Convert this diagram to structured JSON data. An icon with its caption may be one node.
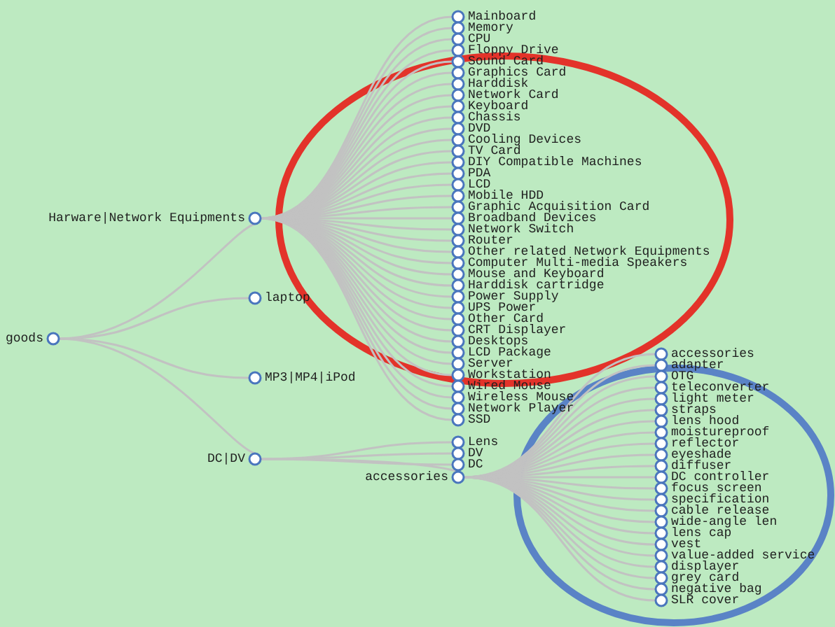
{
  "diagram": {
    "nodes": [
      {
        "text": [
          "goods"
        ]
      },
      {
        "text": [
          "Harware|Network Equipments"
        ]
      },
      {
        "text": [
          "laptop"
        ]
      },
      {
        "text": [
          "MP3|MP4|iPod"
        ]
      },
      {
        "text": [
          "DC|DV"
        ]
      },
      {
        "text": [
          "Mainboard"
        ]
      },
      {
        "text": [
          "Memory"
        ]
      },
      {
        "text": [
          "CPU"
        ]
      },
      {
        "text": [
          "Floppy Drive"
        ]
      },
      {
        "text": [
          "Sound Card"
        ]
      },
      {
        "text": [
          "Graphics Card"
        ]
      },
      {
        "text": [
          "Harddisk"
        ]
      },
      {
        "text": [
          "Network Card"
        ]
      },
      {
        "text": [
          "Keyboard"
        ]
      },
      {
        "text": [
          "Chassis"
        ]
      },
      {
        "text": [
          "DVD"
        ]
      },
      {
        "text": [
          "Cooling Devices"
        ]
      },
      {
        "text": [
          "TV Card"
        ]
      },
      {
        "text": [
          "DIY Compatible Machines"
        ]
      },
      {
        "text": [
          "PDA"
        ]
      },
      {
        "text": [
          "LCD"
        ]
      },
      {
        "text": [
          "Mobile HDD"
        ]
      },
      {
        "text": [
          "Graphic Acquisition Card"
        ]
      },
      {
        "text": [
          "Broadband Devices"
        ]
      },
      {
        "text": [
          "Network Switch"
        ]
      },
      {
        "text": [
          "Router"
        ]
      },
      {
        "text": [
          "Other related Network Equipments"
        ]
      },
      {
        "text": [
          "Computer Multi-media Speakers"
        ]
      },
      {
        "text": [
          "Mouse and Keyboard"
        ]
      },
      {
        "text": [
          "Harddisk cartridge"
        ]
      },
      {
        "text": [
          "Power Supply"
        ]
      },
      {
        "text": [
          "UPS Power"
        ]
      },
      {
        "text": [
          "Other Card"
        ]
      },
      {
        "text": [
          "CRT Displayer"
        ]
      },
      {
        "text": [
          "Desktops"
        ]
      },
      {
        "text": [
          "LCD Package"
        ]
      },
      {
        "text": [
          "Server"
        ]
      },
      {
        "text": [
          "Workstation"
        ]
      },
      {
        "text": [
          "Wired Mouse"
        ]
      },
      {
        "text": [
          "Wireless Mouse"
        ]
      },
      {
        "text": [
          "Network Player"
        ]
      },
      {
        "text": [
          "SSD"
        ]
      },
      {
        "text": [
          "Lens"
        ]
      },
      {
        "text": [
          "DV"
        ]
      },
      {
        "text": [
          "DC"
        ]
      },
      {
        "text": [
          "accessories"
        ]
      },
      {
        "text": [
          "accessories"
        ]
      },
      {
        "text": [
          "adapter"
        ]
      },
      {
        "text": [
          "OTG"
        ]
      },
      {
        "text": [
          "teleconverter"
        ]
      },
      {
        "text": [
          "light meter"
        ]
      },
      {
        "text": [
          "straps"
        ]
      },
      {
        "text": [
          "lens hood"
        ]
      },
      {
        "text": [
          "moistureproof"
        ]
      },
      {
        "text": [
          "reflector"
        ]
      },
      {
        "text": [
          "eyeshade"
        ]
      },
      {
        "text": [
          "diffuser"
        ]
      },
      {
        "text": [
          "DC controller"
        ]
      },
      {
        "text": [
          "focus screen"
        ]
      },
      {
        "text": [
          "specification"
        ]
      },
      {
        "text": [
          "cable release"
        ]
      },
      {
        "text": [
          "wide-angle len"
        ]
      },
      {
        "text": [
          "lens cap"
        ]
      },
      {
        "text": [
          "vest"
        ]
      },
      {
        "text": [
          "value-added service"
        ]
      },
      {
        "text": [
          "displayer"
        ]
      },
      {
        "text": [
          "grey card"
        ]
      },
      {
        "text": [
          "negative bag"
        ]
      },
      {
        "text": [
          "SLR cover"
        ]
      }
    ],
    "edges": [
      {
        "from": 0,
        "to": 1,
        "arrow": "none"
      },
      {
        "from": 0,
        "to": 2,
        "arrow": "none"
      },
      {
        "from": 0,
        "to": 3,
        "arrow": "none"
      },
      {
        "from": 0,
        "to": 4,
        "arrow": "none"
      },
      {
        "from": 1,
        "to": 5,
        "arrow": "none"
      },
      {
        "from": 1,
        "to": 6,
        "arrow": "none"
      },
      {
        "from": 1,
        "to": 7,
        "arrow": "none"
      },
      {
        "from": 1,
        "to": 8,
        "arrow": "none"
      },
      {
        "from": 1,
        "to": 9,
        "arrow": "none"
      },
      {
        "from": 1,
        "to": 10,
        "arrow": "none"
      },
      {
        "from": 1,
        "to": 11,
        "arrow": "none"
      },
      {
        "from": 1,
        "to": 12,
        "arrow": "none"
      },
      {
        "from": 1,
        "to": 13,
        "arrow": "none"
      },
      {
        "from": 1,
        "to": 14,
        "arrow": "none"
      },
      {
        "from": 1,
        "to": 15,
        "arrow": "none"
      },
      {
        "from": 1,
        "to": 16,
        "arrow": "none"
      },
      {
        "from": 1,
        "to": 17,
        "arrow": "none"
      },
      {
        "from": 1,
        "to": 18,
        "arrow": "none"
      },
      {
        "from": 1,
        "to": 19,
        "arrow": "none"
      },
      {
        "from": 1,
        "to": 20,
        "arrow": "none"
      },
      {
        "from": 1,
        "to": 21,
        "arrow": "none"
      },
      {
        "from": 1,
        "to": 22,
        "arrow": "none"
      },
      {
        "from": 1,
        "to": 23,
        "arrow": "none"
      },
      {
        "from": 1,
        "to": 24,
        "arrow": "none"
      },
      {
        "from": 1,
        "to": 25,
        "arrow": "none"
      },
      {
        "from": 1,
        "to": 26,
        "arrow": "none"
      },
      {
        "from": 1,
        "to": 27,
        "arrow": "none"
      },
      {
        "from": 1,
        "to": 28,
        "arrow": "none"
      },
      {
        "from": 1,
        "to": 29,
        "arrow": "none"
      },
      {
        "from": 1,
        "to": 30,
        "arrow": "none"
      },
      {
        "from": 1,
        "to": 31,
        "arrow": "none"
      },
      {
        "from": 1,
        "to": 32,
        "arrow": "none"
      },
      {
        "from": 1,
        "to": 33,
        "arrow": "none"
      },
      {
        "from": 1,
        "to": 34,
        "arrow": "none"
      },
      {
        "from": 1,
        "to": 35,
        "arrow": "none"
      },
      {
        "from": 1,
        "to": 36,
        "arrow": "none"
      },
      {
        "from": 1,
        "to": 37,
        "arrow": "none"
      },
      {
        "from": 1,
        "to": 38,
        "arrow": "none"
      },
      {
        "from": 1,
        "to": 39,
        "arrow": "none"
      },
      {
        "from": 1,
        "to": 40,
        "arrow": "none"
      },
      {
        "from": 1,
        "to": 41,
        "arrow": "none"
      },
      {
        "from": 4,
        "to": 42,
        "arrow": "none"
      },
      {
        "from": 4,
        "to": 43,
        "arrow": "none"
      },
      {
        "from": 4,
        "to": 44,
        "arrow": "none"
      },
      {
        "from": 4,
        "to": 45,
        "arrow": "none"
      },
      {
        "from": 45,
        "to": 46,
        "arrow": "none"
      },
      {
        "from": 45,
        "to": 47,
        "arrow": "none"
      },
      {
        "from": 45,
        "to": 48,
        "arrow": "none"
      },
      {
        "from": 45,
        "to": 49,
        "arrow": "none"
      },
      {
        "from": 45,
        "to": 50,
        "arrow": "none"
      },
      {
        "from": 45,
        "to": 51,
        "arrow": "none"
      },
      {
        "from": 45,
        "to": 52,
        "arrow": "none"
      },
      {
        "from": 45,
        "to": 53,
        "arrow": "none"
      },
      {
        "from": 45,
        "to": 54,
        "arrow": "none"
      },
      {
        "from": 45,
        "to": 55,
        "arrow": "none"
      },
      {
        "from": 45,
        "to": 56,
        "arrow": "none"
      },
      {
        "from": 45,
        "to": 57,
        "arrow": "none"
      },
      {
        "from": 45,
        "to": 58,
        "arrow": "none"
      },
      {
        "from": 45,
        "to": 59,
        "arrow": "none"
      },
      {
        "from": 45,
        "to": 60,
        "arrow": "none"
      },
      {
        "from": 45,
        "to": 61,
        "arrow": "none"
      },
      {
        "from": 45,
        "to": 62,
        "arrow": "none"
      },
      {
        "from": 45,
        "to": 63,
        "arrow": "none"
      },
      {
        "from": 45,
        "to": 64,
        "arrow": "none"
      },
      {
        "from": 45,
        "to": 65,
        "arrow": "none"
      },
      {
        "from": 45,
        "to": 66,
        "arrow": "none"
      },
      {
        "from": 45,
        "to": 67,
        "arrow": "none"
      },
      {
        "from": 45,
        "to": 68,
        "arrow": "none"
      }
    ]
  }
}
